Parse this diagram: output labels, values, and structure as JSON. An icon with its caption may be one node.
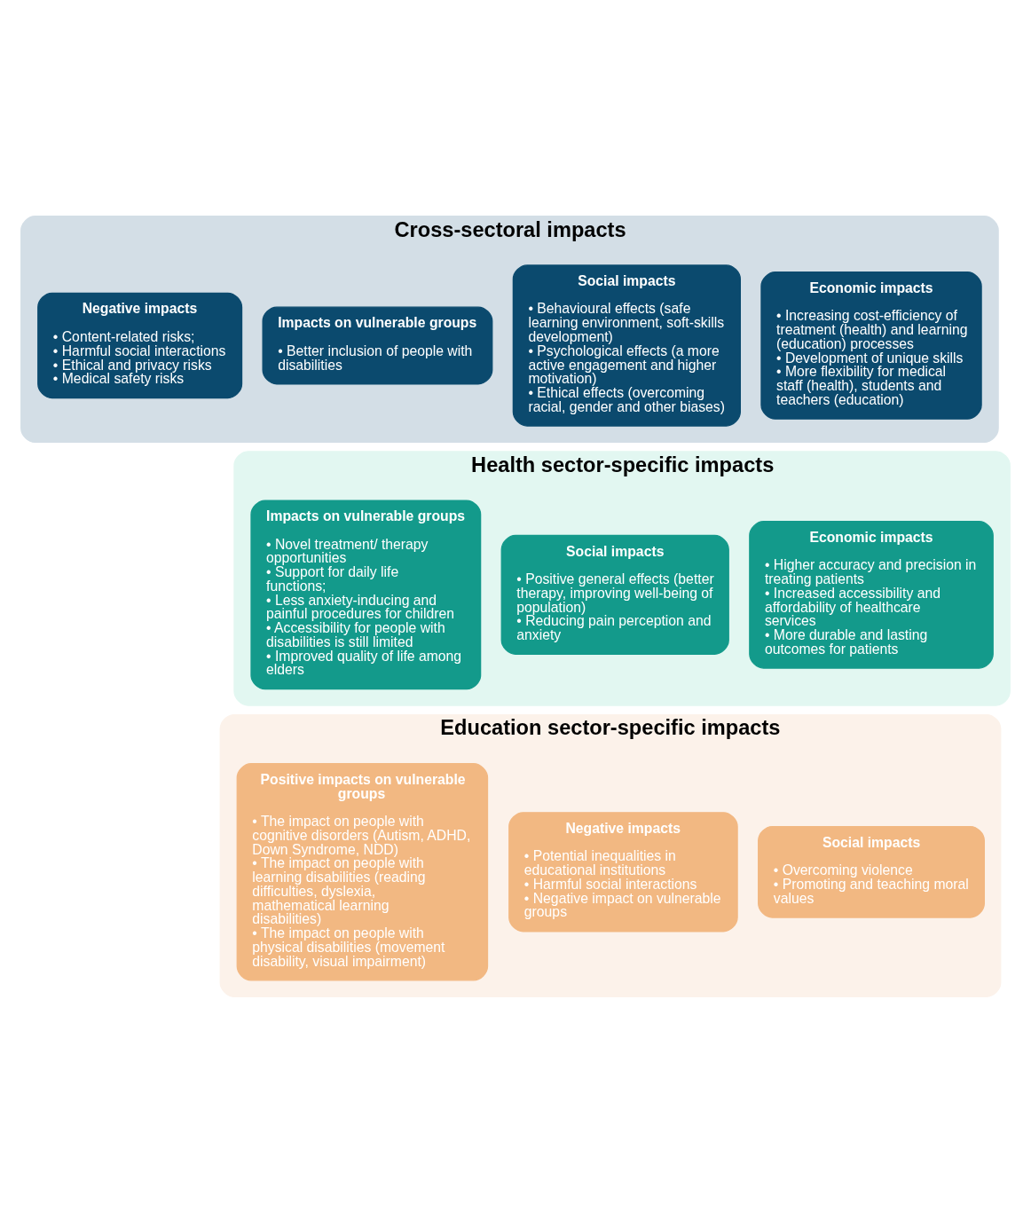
{
  "diagram": {
    "nodes": [
      {
        "text": [
          "Cross-sectoral impacts"
        ]
      },
      {
        "text": [
          "Economic impacts",
          "• Increasing cost-efficiency of treatment (health) and learning (education) processes",
          "• Development of unique skills",
          "• More flexibility for medical staff (health), students and teachers (education)"
        ],
        "in": 0
      },
      {
        "text": [
          "Social impacts",
          "• Behavioural effects (safe learning environment, soft-skills development)",
          "• Psychological effects (a more active engagement and higher motivation)",
          "• Ethical effects (overcoming racial, gender and other biases)"
        ],
        "in": 0
      },
      {
        "text": [
          "Impacts on vulnerable groups",
          "• Better inclusion of people with disabilities"
        ],
        "in": 0
      },
      {
        "text": [
          "Negative impacts",
          "• Content-related risks;",
          "• Harmful social interactions",
          "• Ethical and privacy risks",
          "• Medical safety risks"
        ],
        "in": 0
      },
      {
        "text": [
          "Health sector-specific impacts"
        ]
      },
      {
        "text": [
          "Economic impacts",
          "• Higher accuracy and precision in treating patients",
          "• Increased accessibility and affordability of healthcare services",
          "• More durable and lasting outcomes for patients"
        ],
        "in": 5
      },
      {
        "text": [
          "Social impacts",
          "• Positive general effects (better therapy, improving well-being of population)",
          "• Reducing pain perception and anxiety"
        ],
        "in": 5
      },
      {
        "text": [
          "Impacts on vulnerable groups",
          "• Novel treatment/ therapy opportunities",
          "• Support for daily life functions;",
          "• Less anxiety-inducing and painful procedures for children",
          "• Accessibility for people with disabilities is still limited",
          "• Improved quality of life among elders"
        ],
        "in": 5
      },
      {
        "text": [
          "Education sector-specific impacts"
        ]
      },
      {
        "text": [
          "Social impacts",
          "• Overcoming violence",
          "• Promoting and teaching moral values"
        ],
        "in": 9
      },
      {
        "text": [
          "Negative impacts",
          "• Potential inequalities in educational institutions",
          "• Harmful social interactions",
          "• Negative impact on vulnerable groups"
        ],
        "in": 9
      },
      {
        "text": [
          "Positive impacts on vulnerable groups",
          "• The impact on people with cognitive disorders (Autism, ADHD, Down Syndrome, NDD)",
          "• The impact on people with learning disabilities (reading difficulties, dyslexia, mathematical learning disabilities)",
          "• The impact on people with physical disabilities (movement disability, visual impairment)"
        ],
        "in": 9
      }
    ]
  }
}
